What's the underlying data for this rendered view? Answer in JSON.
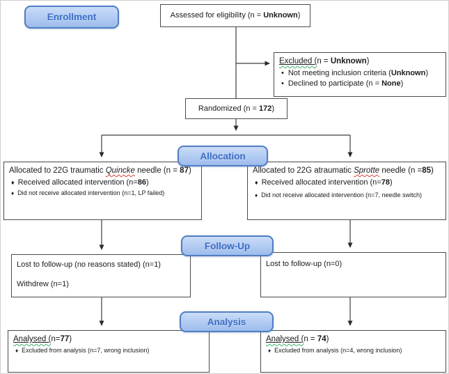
{
  "palette": {
    "label_fill_top": "#cadcf8",
    "label_fill_bottom": "#9dbcec",
    "label_border": "#4f7ec2",
    "label_text": "#3a6cc4",
    "box_border": "#4a4a4a",
    "wire": "#3c3c3c",
    "spell_wave_red": "#e03c31",
    "grammar_wave_green": "#3fae6a"
  },
  "bullets": {
    "diamond": "♦",
    "round": "•"
  },
  "stages": {
    "enrollment": "Enrollment",
    "allocation": "Allocation",
    "followup": "Follow-Up",
    "analysis": "Analysis"
  },
  "boxes": {
    "assessed": {
      "pre": "Assessed for eligibility (n = ",
      "n": "Unknown",
      "post": ")"
    },
    "excluded": {
      "title_u": "Excluded (",
      "title_pre": "n = ",
      "title_n": "Unknown",
      "title_post": ")",
      "item1_pre": "Not meeting inclusion criteria (",
      "item1_n": "Unknown",
      "item1_post": ")",
      "item2_pre": "Declined to participate (n = ",
      "item2_n": "None",
      "item2_post": ")"
    },
    "randomized": {
      "pre": "Randomized (n = ",
      "n": "172",
      "post": ")"
    },
    "alloc_left": {
      "title_pre": "Allocated to 22G traumatic ",
      "title_term": "Quincke",
      "title_mid": " needle (n = ",
      "title_n": "87",
      "title_post": ")",
      "item1_pre": "Received allocated intervention (n=",
      "item1_n": "86",
      "item1_post": ")",
      "item2": "Did not receive allocated intervention (n=1, LP failed)"
    },
    "alloc_right": {
      "title_pre": "Allocated to 22G atraumatic ",
      "title_term": "Sprotte",
      "title_mid": " needle (n =",
      "title_n": "85",
      "title_post": ")",
      "item1_pre": "Received allocated intervention (n=",
      "item1_n": "78",
      "item1_post": ")",
      "item2": "Did not receive allocated intervention (n=7, needle switch)"
    },
    "fu_left": {
      "line1": "Lost to follow-up (no reasons stated) (n=1)",
      "line2": "Withdrew (n=1)"
    },
    "fu_right": {
      "line1": "Lost to follow-up (n=0)"
    },
    "an_left": {
      "title_u": "Analysed (",
      "title_pre": "n=",
      "title_n": "77",
      "title_post": ")",
      "item1": "Excluded from analysis (n=7, wrong inclusion)"
    },
    "an_right": {
      "title_u": "Analysed (",
      "title_pre": "n = ",
      "title_n": "74",
      "title_post": ")",
      "item1": "Excluded from analysis (n=4, wrong inclusion)"
    }
  }
}
